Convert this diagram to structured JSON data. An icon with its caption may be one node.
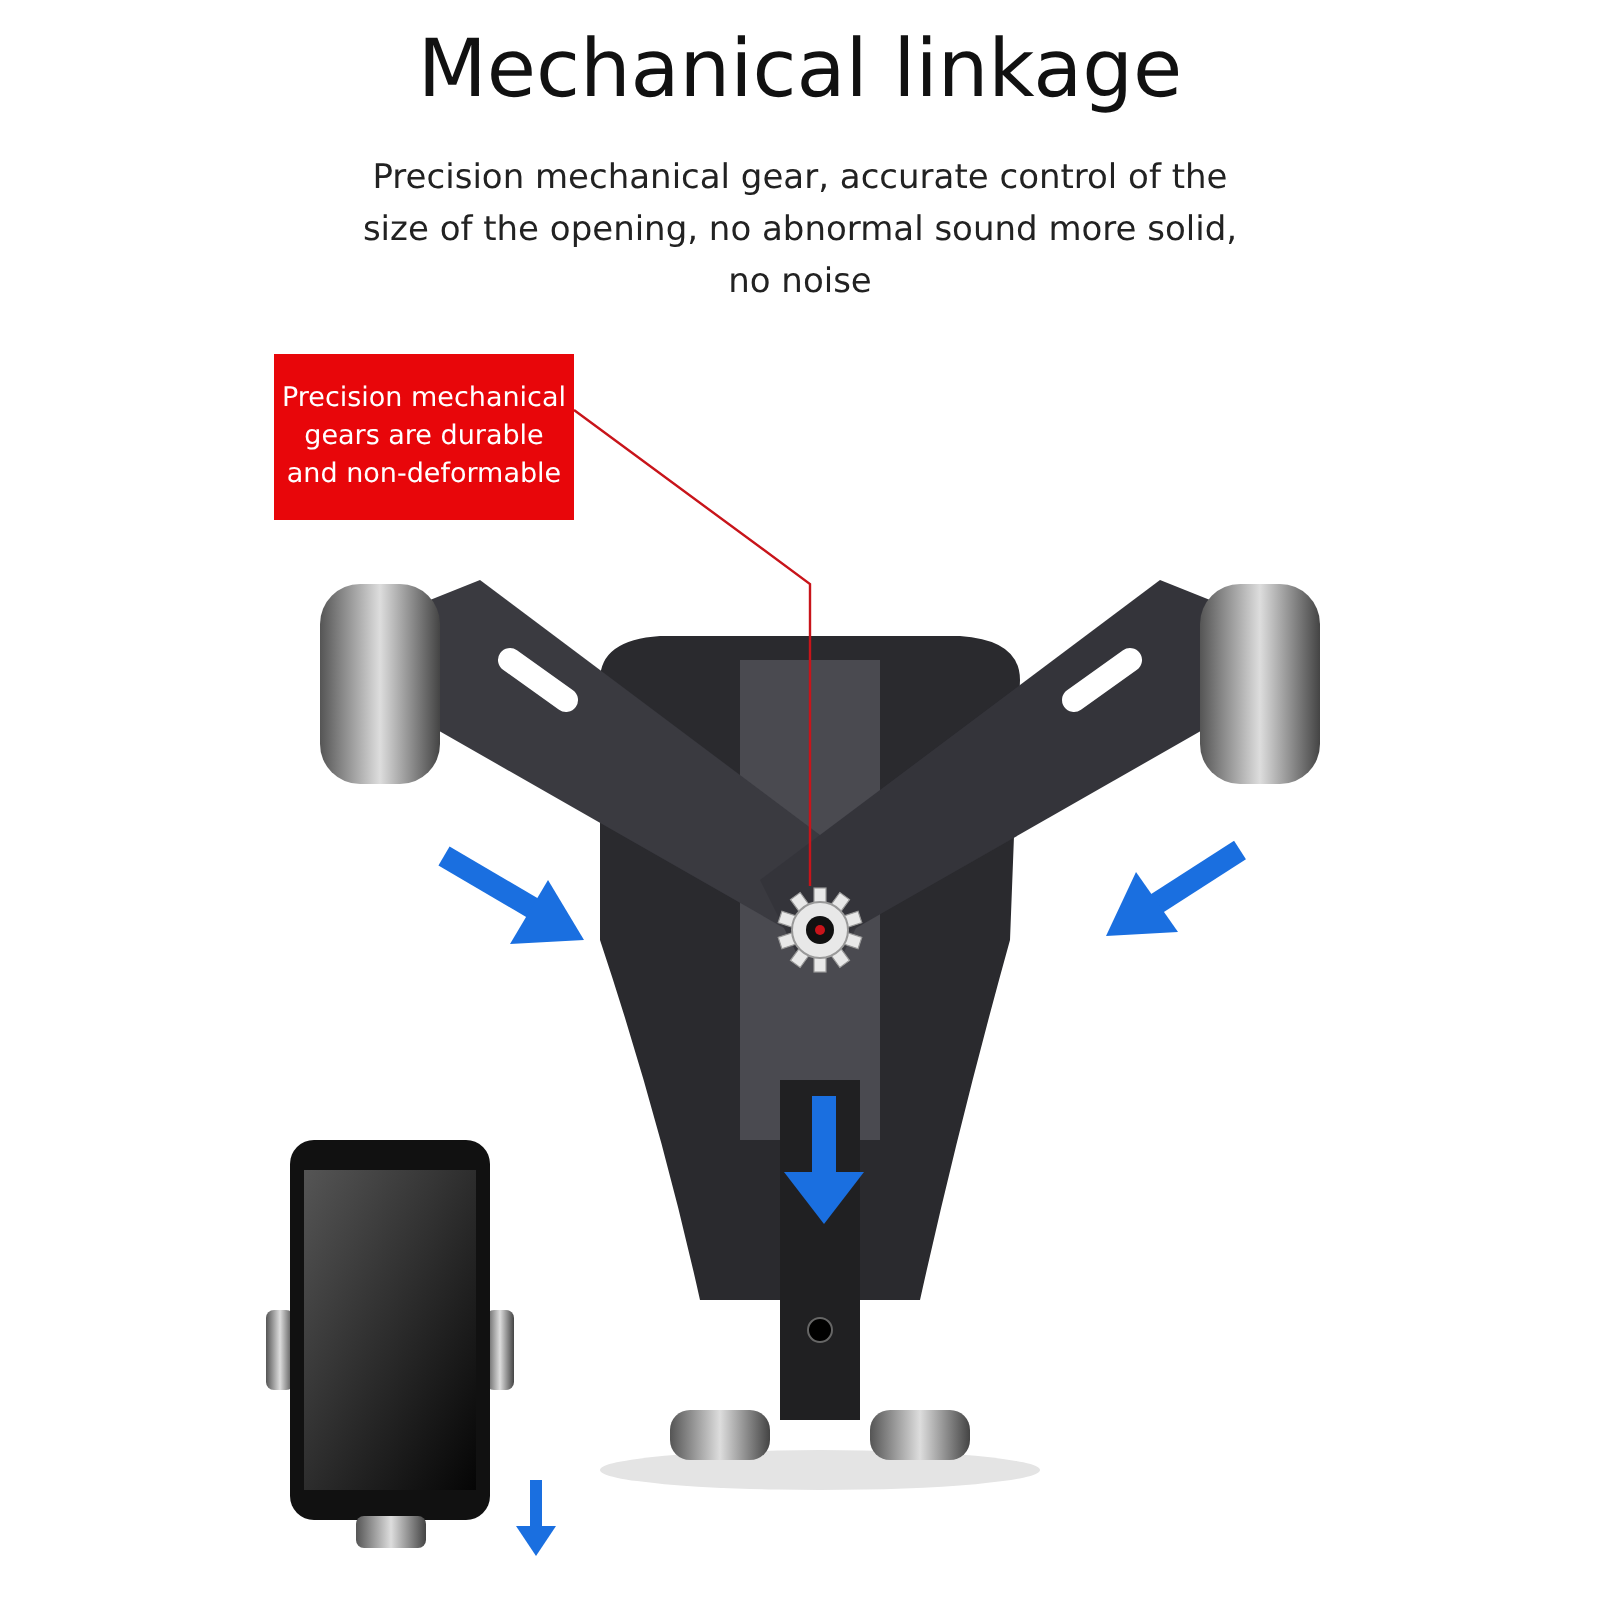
{
  "diagram": {
    "title": "Mechanical linkage",
    "nodes": [
      {
        "text": [
          "Precision mechanical gears are durable and non-deformable"
        ]
      },
      {
        "text": [],
        "shape": "picture"
      }
    ],
    "edges": [
      {
        "from": 0,
        "to": 1,
        "arrow": "none"
      }
    ],
    "labels": [
      "Precision mechanical gear, accurate control of the size of the opening, no abnormal sound more solid, no noise"
    ]
  }
}
